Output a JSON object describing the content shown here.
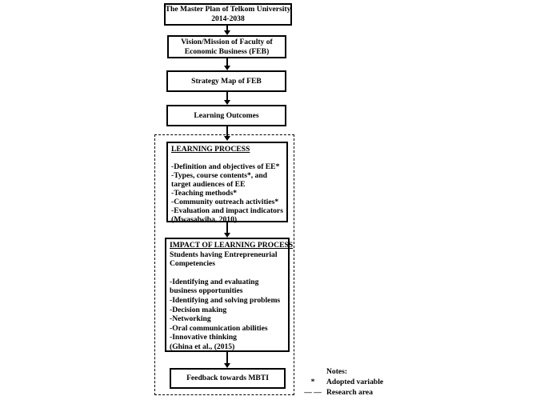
{
  "diagram": {
    "boxes": {
      "master_plan": {
        "line1": "The Master Plan of Telkom University",
        "line2": "2014-2038"
      },
      "vision_mission": {
        "line1": "Vision/Mission of Faculty of",
        "line2": "Economic Business (FEB)"
      },
      "strategy_map": {
        "label": "Strategy Map of FEB"
      },
      "learning_outcomes": {
        "label": "Learning Outcomes"
      },
      "learning_process": {
        "heading": "LEARNING PROCESS",
        "items": [
          "-Definition and objectives of EE*",
          "-Types, course contents*, and target audiences of EE",
          "-Teaching methods*",
          "-Community outreach activities*",
          "-Evaluation and impact indicators (Mwasalwiba, 2010)"
        ]
      },
      "impact": {
        "heading": "IMPACT OF LEARNING PROCESS",
        "subtitle": "Students having Entrepreneurial Competencies",
        "items": [
          "-Identifying and evaluating business opportunities",
          "-Identifying and solving problems",
          "-Decision making",
          "-Networking",
          "-Oral communication abilities",
          "-Innovative thinking",
          "(Ghina et al., (2015)"
        ]
      },
      "feedback": {
        "label": "Feedback towards MBTI"
      }
    },
    "notes": {
      "title": "Notes:",
      "entries": [
        {
          "symbol": "*",
          "label": "Adopted variable"
        },
        {
          "symbol": "— —",
          "label": "Research area"
        }
      ]
    },
    "colors": {
      "line": "#000000",
      "background": "#ffffff"
    }
  }
}
